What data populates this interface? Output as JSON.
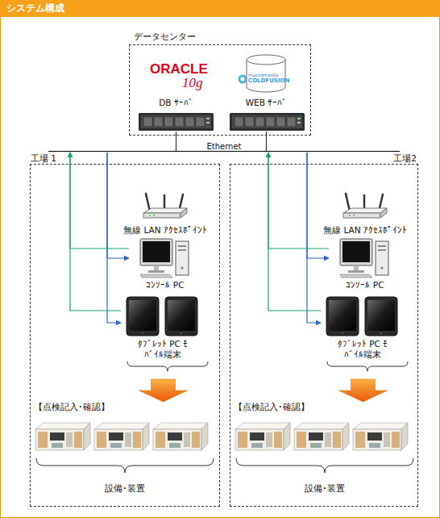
{
  "diagram": {
    "title": "システム構成",
    "nodes": [
      {
        "text": [
          "データセンター"
        ]
      },
      {
        "text": [
          "DB ｻｰﾊﾞ"
        ],
        "in": 0
      },
      {
        "text": [
          "WEB ｻｰﾊﾞ"
        ],
        "in": 0
      },
      {
        "text": [
          "Ethernet"
        ]
      },
      {
        "text": [
          "工場 1"
        ]
      },
      {
        "text": [
          "無線 LAN ｱｸｾｽﾎﾟｲﾝﾄ"
        ],
        "in": 4
      },
      {
        "text": [
          "ｺﾝｿｰﾙ PC"
        ],
        "in": 4
      },
      {
        "text": [
          "ﾀﾌﾞﾚｯﾄ PC ﾓﾊﾞｲﾙ端末"
        ],
        "in": 4
      },
      {
        "text": [
          "【点検記入･確認】",
          "設備･装置"
        ],
        "in": 4
      },
      {
        "text": [
          "工場2"
        ]
      },
      {
        "text": [
          "無線 LAN ｱｸｾｽﾎﾟｲﾝﾄ"
        ],
        "in": 9
      },
      {
        "text": [
          "ｺﾝｿｰﾙ PC"
        ],
        "in": 9
      },
      {
        "text": [
          "ﾀﾌﾞﾚｯﾄ PC ﾓﾊﾞｲﾙ端末"
        ],
        "in": 9
      },
      {
        "text": [
          "【点検記入･確認】",
          "設備･装置"
        ],
        "in": 9
      }
    ],
    "edges": [
      {
        "from": 1,
        "to": 3,
        "arrow": "none"
      },
      {
        "from": 2,
        "to": 3,
        "arrow": "none"
      },
      {
        "from": 3,
        "to": 6,
        "arrow": "to"
      },
      {
        "from": 3,
        "to": 7,
        "arrow": "to"
      },
      {
        "from": 6,
        "to": 3,
        "arrow": "to"
      },
      {
        "from": 7,
        "to": 3,
        "arrow": "to"
      },
      {
        "from": 7,
        "to": 8,
        "arrow": "to"
      },
      {
        "from": 3,
        "to": 11,
        "arrow": "to"
      },
      {
        "from": 3,
        "to": 12,
        "arrow": "to"
      },
      {
        "from": 11,
        "to": 3,
        "arrow": "to"
      },
      {
        "from": 12,
        "to": 3,
        "arrow": "to"
      },
      {
        "from": 12,
        "to": 13,
        "arrow": "to"
      }
    ],
    "labels": [
      "ORACLE",
      "10g",
      "macromedia",
      "COLDFUSION"
    ]
  }
}
